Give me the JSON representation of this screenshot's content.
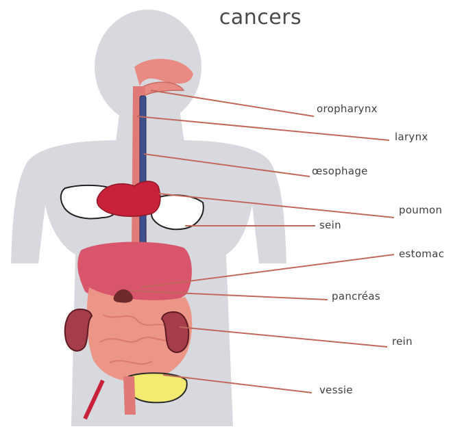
{
  "title": "cancers",
  "labels": {
    "oropharynx": "oropharynx",
    "larynx": "larynx",
    "oesophage": "œsophage",
    "poumon": "poumon",
    "sein": "sein",
    "estomac": "estomac",
    "pancreas": "pancréas",
    "rein": "rein",
    "vessie": "vessie"
  },
  "colors": {
    "silhouette": "#d7d9de",
    "leader_line": "#c0695a",
    "stomach": "#d9556b",
    "lungs": "#c8213a",
    "intestine": "#eb9687",
    "kidney": "#a43c4a",
    "bladder": "#f3ea72",
    "esophagus": "#3d4f8c",
    "throat": "#e98b82"
  }
}
